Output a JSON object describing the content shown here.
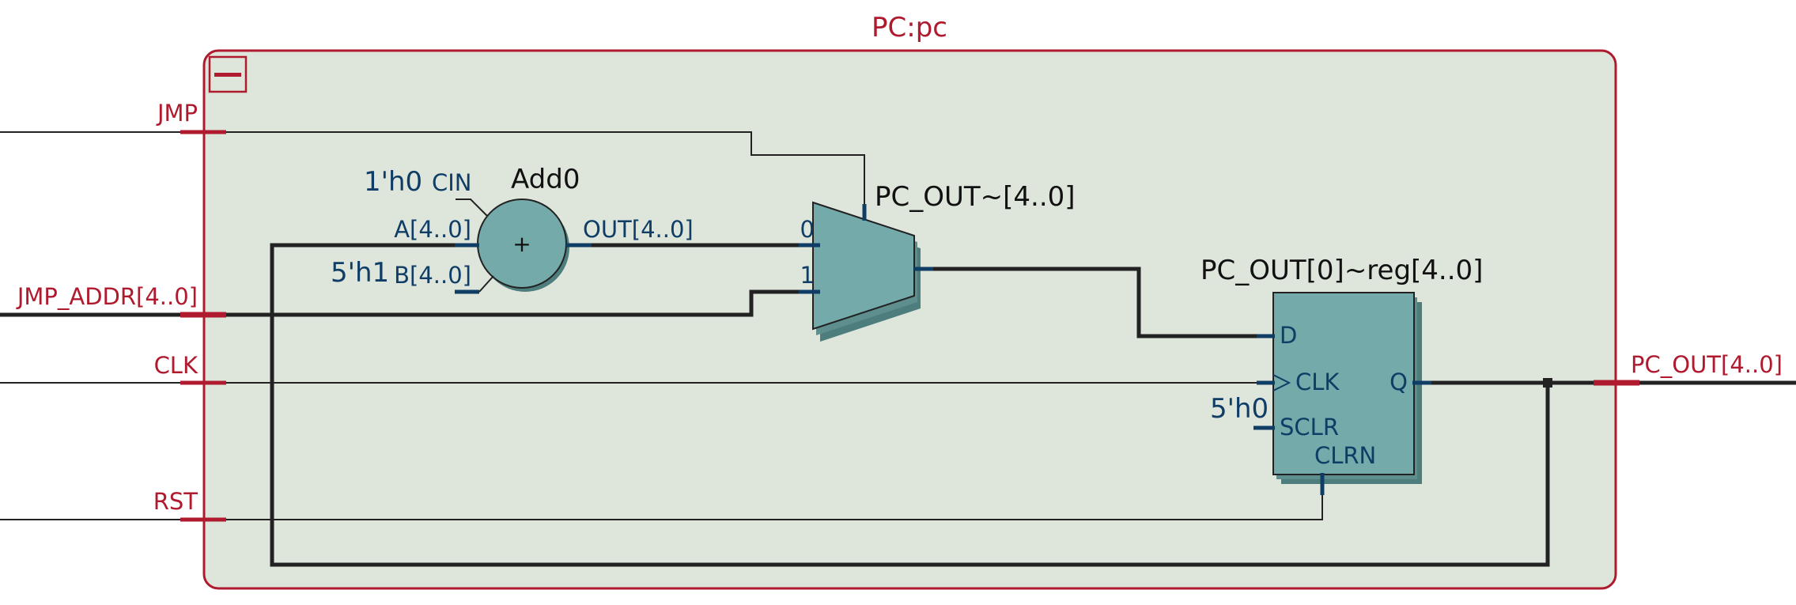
{
  "title": "PC:pc",
  "ports": {
    "jmp": "JMP",
    "jmp_addr": "JMP_ADDR[4..0]",
    "clk": "CLK",
    "rst": "RST",
    "pc_out": "PC_OUT[4..0]"
  },
  "adder": {
    "name": "Add0",
    "symbol": "+",
    "cin": "CIN",
    "a": "A[4..0]",
    "b": "B[4..0]",
    "out": "OUT[4..0]",
    "cin_const": "1'h0",
    "b_const": "5'h1"
  },
  "mux": {
    "name": "PC_OUT~[4..0]",
    "in0": "0",
    "in1": "1"
  },
  "register": {
    "name": "PC_OUT[0]~reg[4..0]",
    "d": "D",
    "clk": "CLK",
    "q": "Q",
    "sclr": "SCLR",
    "clrn": "CLRN",
    "sclr_const": "5'h0"
  },
  "colors": {
    "frame": "#b01a2e",
    "fill": "#dee6dc",
    "block": "#74aaa9",
    "block_shadow": "#4d7d7c",
    "pin": "#0f3d66",
    "wire": "#222222"
  }
}
